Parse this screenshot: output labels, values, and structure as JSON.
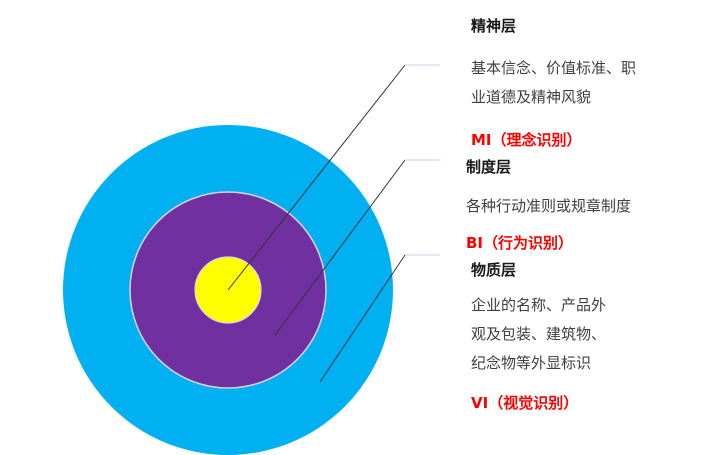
{
  "colors": {
    "outer": "#00B0F0",
    "middle": "#7030A0",
    "inner": "#FFFF00",
    "ring_border": "#D9D2E9",
    "leader": "#333333",
    "leader_tail": "#C5D3E8",
    "tag": "#FF0000"
  },
  "layers": [
    {
      "title": "精神层",
      "desc_lines": [
        "基本信念、价值标准、职",
        "业道德及精神风貌"
      ],
      "tag": "MI（理念识别）"
    },
    {
      "title": "制度层",
      "desc_lines": [
        "各种行动准则或规章制度"
      ],
      "tag": "BI（行为识别）"
    },
    {
      "title": "物质层",
      "desc_lines": [
        "企业的名称、产品外",
        "观及包装、建筑物、",
        "纪念物等外显标识"
      ],
      "tag": "VI（视觉识别）"
    }
  ]
}
